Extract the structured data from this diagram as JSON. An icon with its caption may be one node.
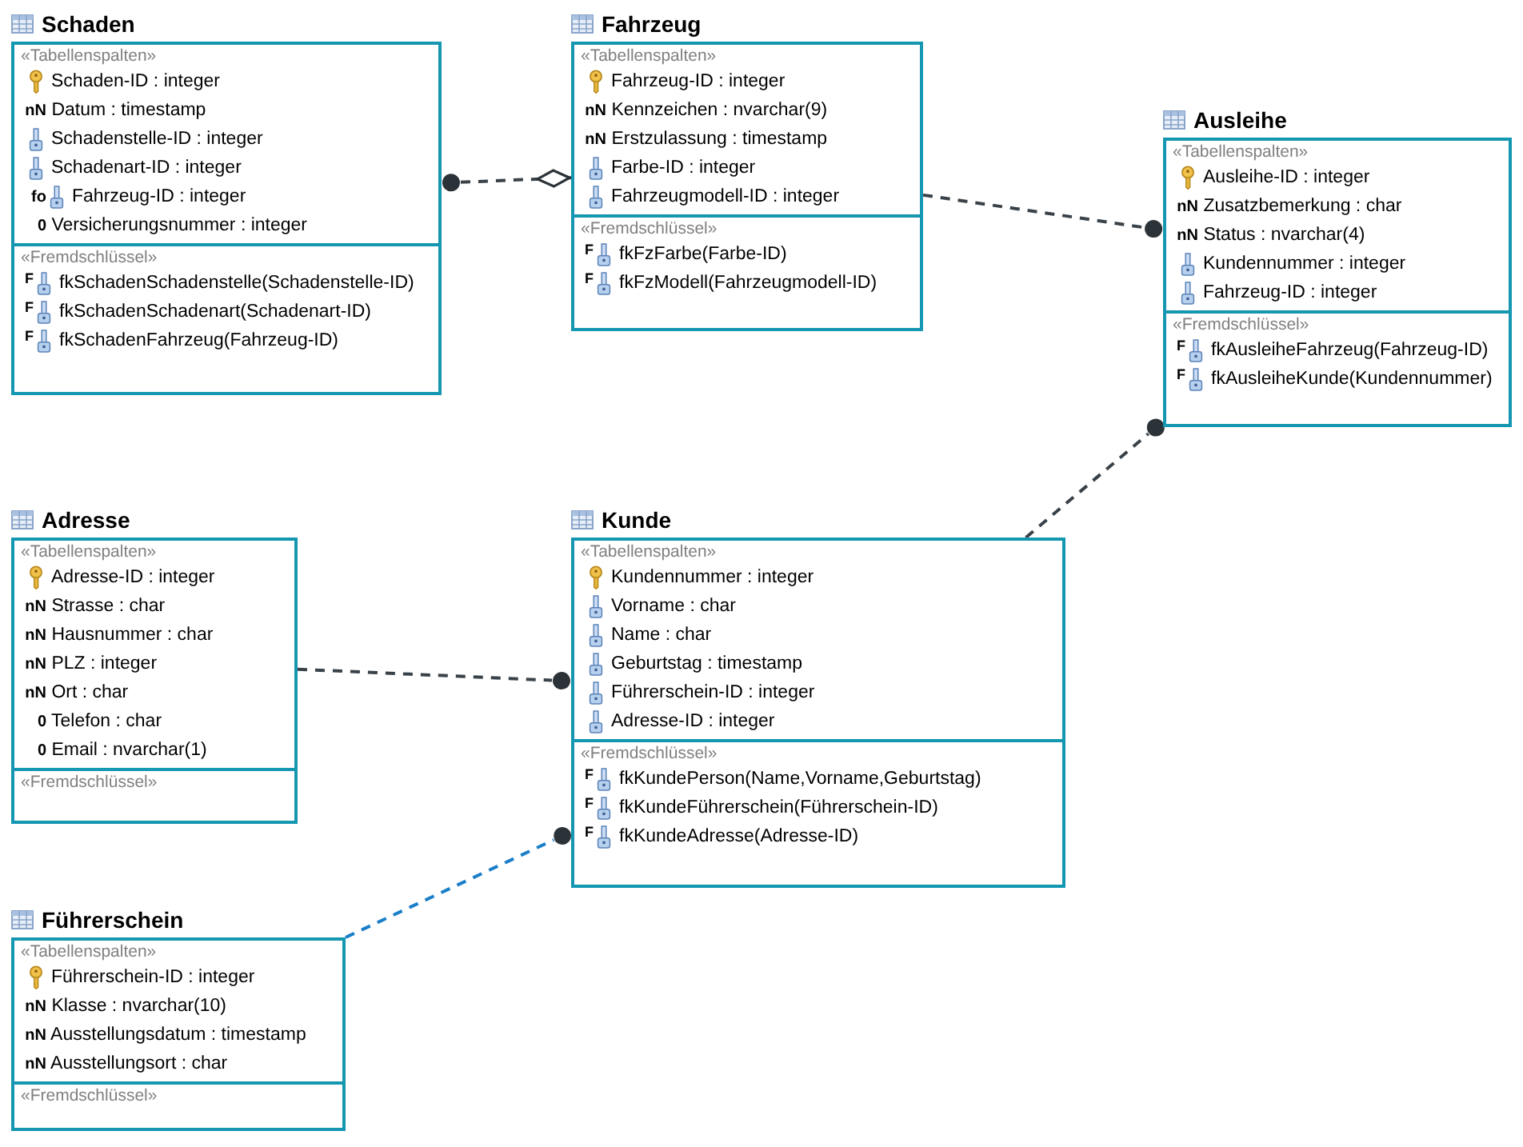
{
  "diagram": {
    "nodes": [
      {
        "text": [
          "Schaden"
        ]
      },
      {
        "text": [
          "«Tabellenspalten»",
          "Schaden-ID : integer",
          "nN Datum : timestamp",
          "Schadenstelle-ID : integer",
          "Schadenart-ID : integer",
          "fo Fahrzeug-ID : integer",
          "0 Versicherungsnummer : integer"
        ],
        "in": 0
      },
      {
        "text": [
          "«Fremdschlüssel»",
          "F fkSchadenSchadenstelle(Schadenstelle-ID)",
          "F fkSchadenSchadenart(Schadenart-ID)",
          "F fkSchadenFahrzeug(Fahrzeug-ID)"
        ],
        "in": 0
      },
      {
        "text": [
          "Fahrzeug"
        ]
      },
      {
        "text": [
          "«Tabellenspalten»",
          "Fahrzeug-ID : integer",
          "nN Kennzeichen : nvarchar(9)",
          "nN Erstzulassung : timestamp",
          "Farbe-ID : integer",
          "Fahrzeugmodell-ID : integer"
        ],
        "in": 3
      },
      {
        "text": [
          "«Fremdschlüssel»",
          "F fkFzFarbe(Farbe-ID)",
          "F fkFzModell(Fahrzeugmodell-ID)"
        ],
        "in": 3
      },
      {
        "text": [
          "Ausleihe"
        ]
      },
      {
        "text": [
          "«Tabellenspalten»",
          "Ausleihe-ID : integer",
          "nN Zusatzbemerkung : char",
          "nN Status : nvarchar(4)",
          "Kundennummer : integer",
          "Fahrzeug-ID : integer"
        ],
        "in": 6
      },
      {
        "text": [
          "«Fremdschlüssel»",
          "F fkAusleiheFahrzeug(Fahrzeug-ID)",
          "F fkAusleiheKunde(Kundennummer)"
        ],
        "in": 6
      },
      {
        "text": [
          "Adresse"
        ]
      },
      {
        "text": [
          "«Tabellenspalten»",
          "Adresse-ID : integer",
          "nN Strasse : char",
          "nN Hausnummer : char",
          "nN PLZ : integer",
          "nN Ort : char",
          "0 Telefon : char",
          "0 Email : nvarchar(1)"
        ],
        "in": 9
      },
      {
        "text": [
          "«Fremdschlüssel»"
        ],
        "in": 9
      },
      {
        "text": [
          "Kunde"
        ]
      },
      {
        "text": [
          "«Tabellenspalten»",
          "Kundennummer : integer",
          "Vorname : char",
          "Name : char",
          "Geburtstag : timestamp",
          "Führerschein-ID : integer",
          "Adresse-ID : integer"
        ],
        "in": 12
      },
      {
        "text": [
          "«Fremdschlüssel»",
          "F fkKundePerson(Name,Vorname,Geburtstag)",
          "F fkKundeFührerschein(Führerschein-ID)",
          "F fkKundeAdresse(Adresse-ID)"
        ],
        "in": 12
      },
      {
        "text": [
          "Führerschein"
        ]
      },
      {
        "text": [
          "«Tabellenspalten»",
          "Führerschein-ID : integer",
          "nN Klasse : nvarchar(10)",
          "nN Ausstellungsdatum : timestamp",
          "nN Ausstellungsort : char"
        ],
        "in": 15
      },
      {
        "text": [
          "«Fremdschlüssel»"
        ],
        "in": 15
      }
    ],
    "edges": [
      {
        "from": 0,
        "to": 3,
        "arrow": "other"
      },
      {
        "from": 3,
        "to": 6,
        "arrow": "other"
      },
      {
        "from": 12,
        "to": 6,
        "arrow": "other"
      },
      {
        "from": 9,
        "to": 12,
        "arrow": "other"
      },
      {
        "from": 15,
        "to": 12,
        "arrow": "other",
        "color": "#1a7fc8"
      }
    ]
  }
}
